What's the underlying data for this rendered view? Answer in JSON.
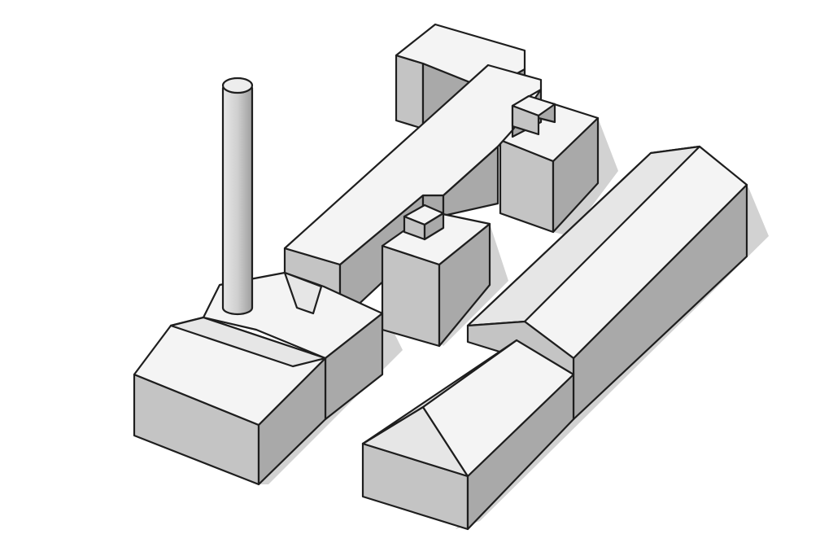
{
  "figure": {
    "kind": "isometric industrial building complex",
    "caption": ""
  },
  "buildings": [
    {
      "id": "boiler-house",
      "roof": "gable"
    },
    {
      "id": "chimney",
      "shape": "cylinder"
    },
    {
      "id": "long-block",
      "roof": "flat"
    },
    {
      "id": "annex-left",
      "roof": "flat"
    },
    {
      "id": "annex-right",
      "roof": "flat"
    },
    {
      "id": "rear-block",
      "roof": "flat"
    },
    {
      "id": "shed-long",
      "roof": "gable"
    },
    {
      "id": "shed-front",
      "roof": "hip"
    }
  ],
  "colors": {
    "background": "#ffffff",
    "outline": "#1e1e1e",
    "roof_light": "#f4f4f4",
    "wall_left": "#c4c4c4",
    "wall_right": "#a9a9a9",
    "ground_shadow": "#d2d2d2"
  }
}
